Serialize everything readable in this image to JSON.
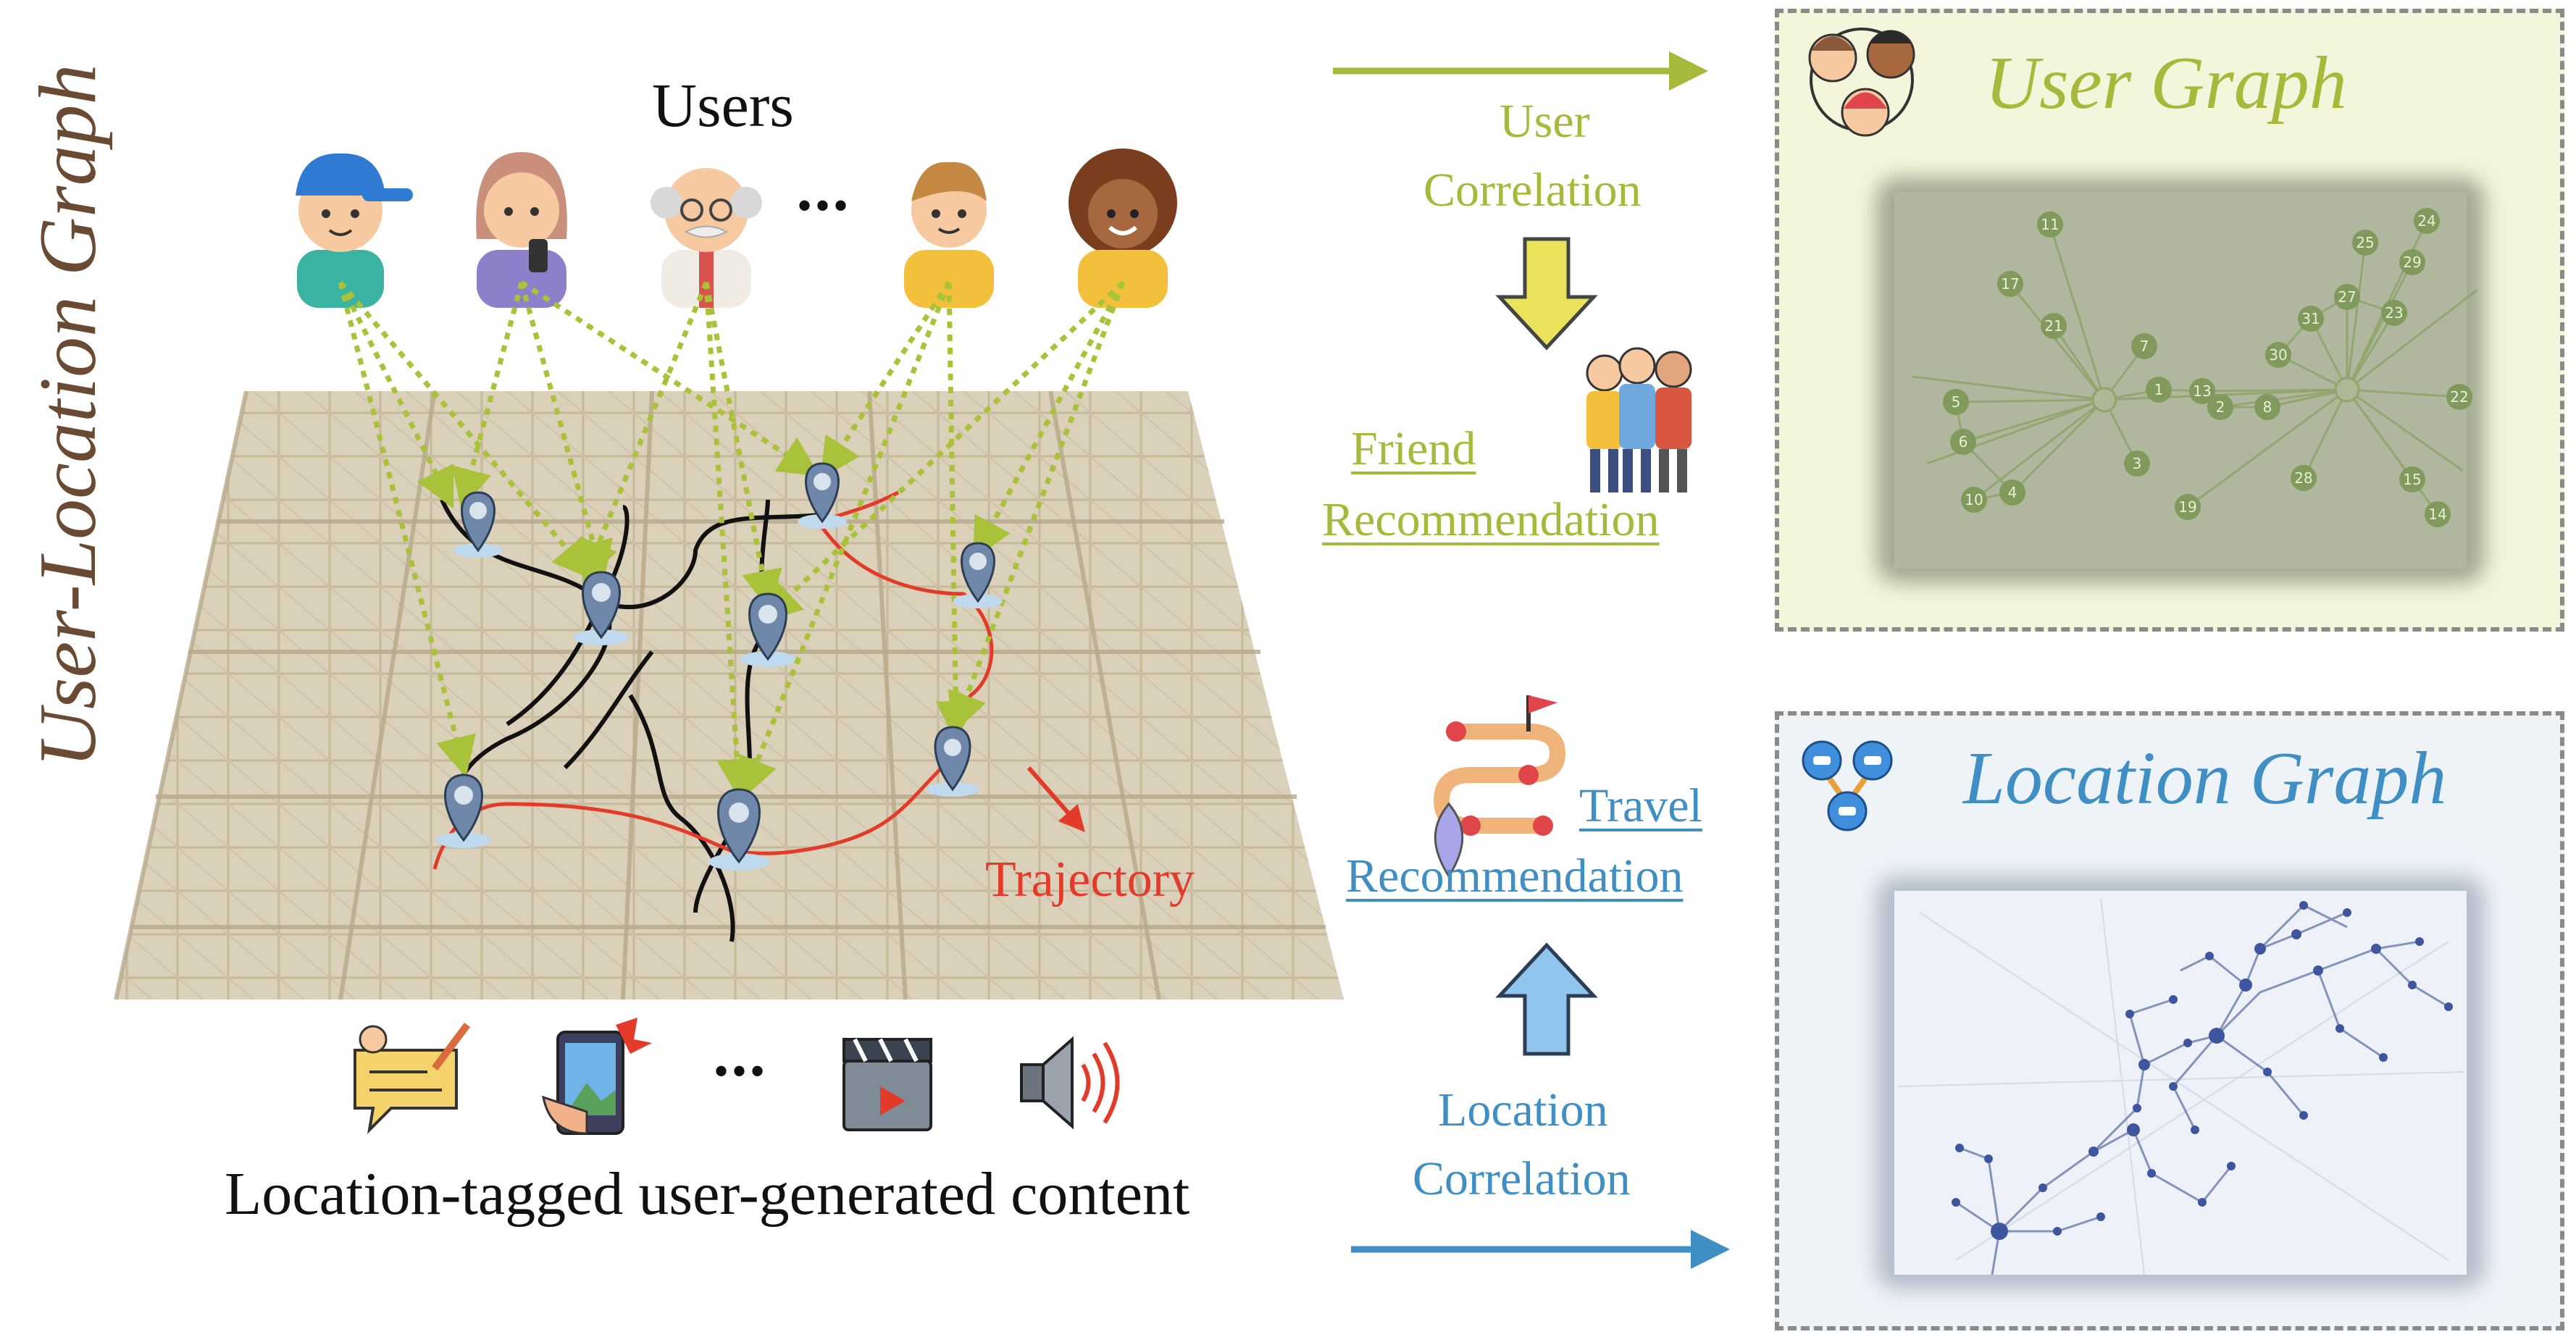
{
  "left": {
    "users_label": "Users",
    "vertical_title": "User-Location Graph",
    "trajectory_label": "Trajectory",
    "content_label": "Location-tagged user-generated content",
    "ellipsis": "•••"
  },
  "middle": {
    "user_correlation_line1": "User",
    "user_correlation_line2": "Correlation",
    "friend_rec_line1": "Friend",
    "friend_rec_line2": "Recommendation",
    "travel_rec_line1": "Travel",
    "travel_rec_line2": "Recommendation",
    "location_correlation_line1": "Location",
    "location_correlation_line2": "Correlation"
  },
  "user_graph": {
    "title": "User Graph",
    "node_labels": [
      "11",
      "17",
      "21",
      "7",
      "5",
      "6",
      "10",
      "4",
      "1",
      "13",
      "2",
      "8",
      "3",
      "19",
      "30",
      "31",
      "27",
      "25",
      "24",
      "29",
      "23",
      "22",
      "28",
      "15",
      "14"
    ]
  },
  "location_graph": {
    "title": "Location Graph"
  },
  "colors": {
    "green_accent": "#a7b93a",
    "blue_accent": "#3f8fc4",
    "trajectory_red": "#e23b2a",
    "title_brown": "#6b4a33",
    "user_panel_bg": "#f3f6da",
    "location_panel_bg": "#eef3f8"
  }
}
